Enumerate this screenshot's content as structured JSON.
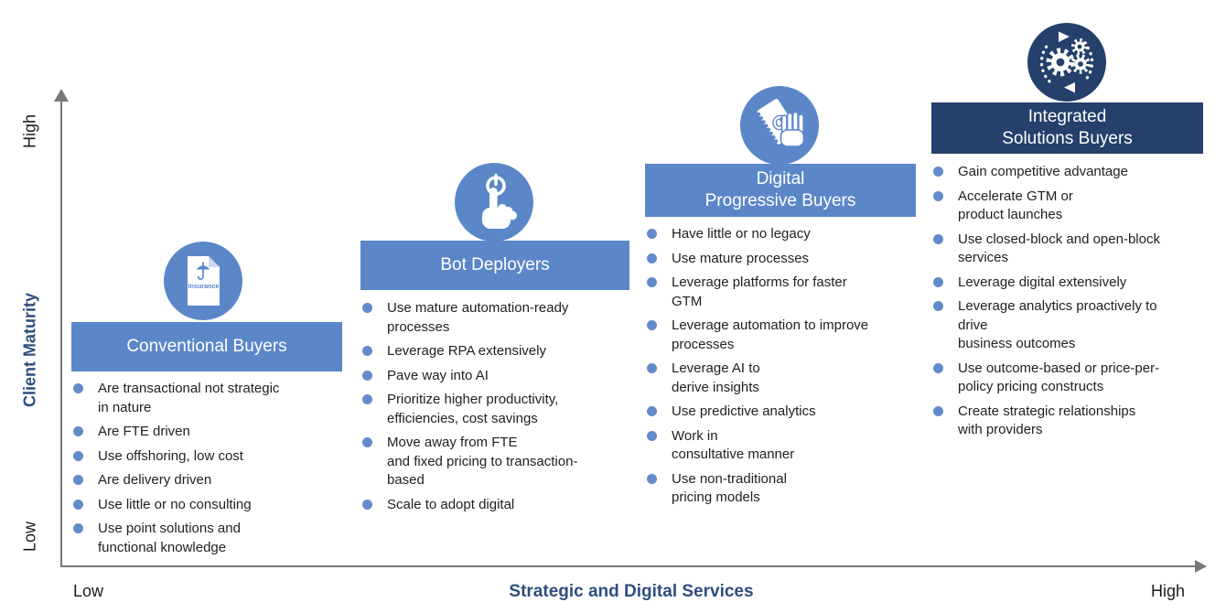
{
  "diagram": {
    "y_axis": {
      "top_label": "High",
      "title": "Client Maturity",
      "bottom_label": "Low"
    },
    "x_axis": {
      "left_label": "Low",
      "title": "Strategic and Digital Services",
      "right_label": "High"
    },
    "colors": {
      "accent-blue": "#5B87C9",
      "dark-navy": "#24406B",
      "bullet-blue": "#648BC9",
      "axis-gray": "#77787B",
      "axis-text-blue": "#2E4E7E",
      "body-text": "#212121"
    },
    "columns": [
      {
        "id": "conventional-buyers",
        "title": "Conventional Buyers",
        "icon": "insurance-document-icon",
        "icon_text": "Insurance",
        "bullets": [
          "Are transactional not strategic\nin nature",
          "Are FTE driven",
          "Use offshoring, low cost",
          "Are delivery driven",
          "Use little or no consulting",
          "Use point solutions and\nfunctional knowledge"
        ]
      },
      {
        "id": "bot-deployers",
        "title": "Bot Deployers",
        "icon": "power-press-icon",
        "bullets": [
          "Use mature automation-ready\nprocesses",
          "Leverage RPA extensively",
          "Pave way into AI",
          "Prioritize higher productivity,\nefficiencies, cost savings",
          "Move away from FTE\nand fixed pricing to transaction-\nbased",
          "Scale to adopt digital"
        ]
      },
      {
        "id": "digital-progressive-buyers",
        "title": "Digital\nProgressive Buyers",
        "icon": "hand-swipe-coupon-icon",
        "icon_text": "@",
        "bullets": [
          "Have little or no legacy",
          "Use mature processes",
          "Leverage platforms for faster\nGTM",
          "Leverage automation to improve\nprocesses",
          "Leverage AI to\nderive insights",
          "Use predictive analytics",
          "Work in\nconsultative manner",
          "Use non-traditional\npricing models"
        ]
      },
      {
        "id": "integrated-solutions-buyers",
        "title": "Integrated\nSolutions Buyers",
        "icon": "gears-cycle-icon",
        "bullets": [
          "Gain competitive advantage",
          "Accelerate GTM or\nproduct launches",
          "Use closed-block and open-block\nservices",
          "Leverage digital extensively",
          "Leverage analytics proactively to\ndrive\nbusiness outcomes",
          "Use outcome-based or price-per-\npolicy pricing constructs",
          "Create strategic relationships\nwith providers"
        ]
      }
    ]
  }
}
